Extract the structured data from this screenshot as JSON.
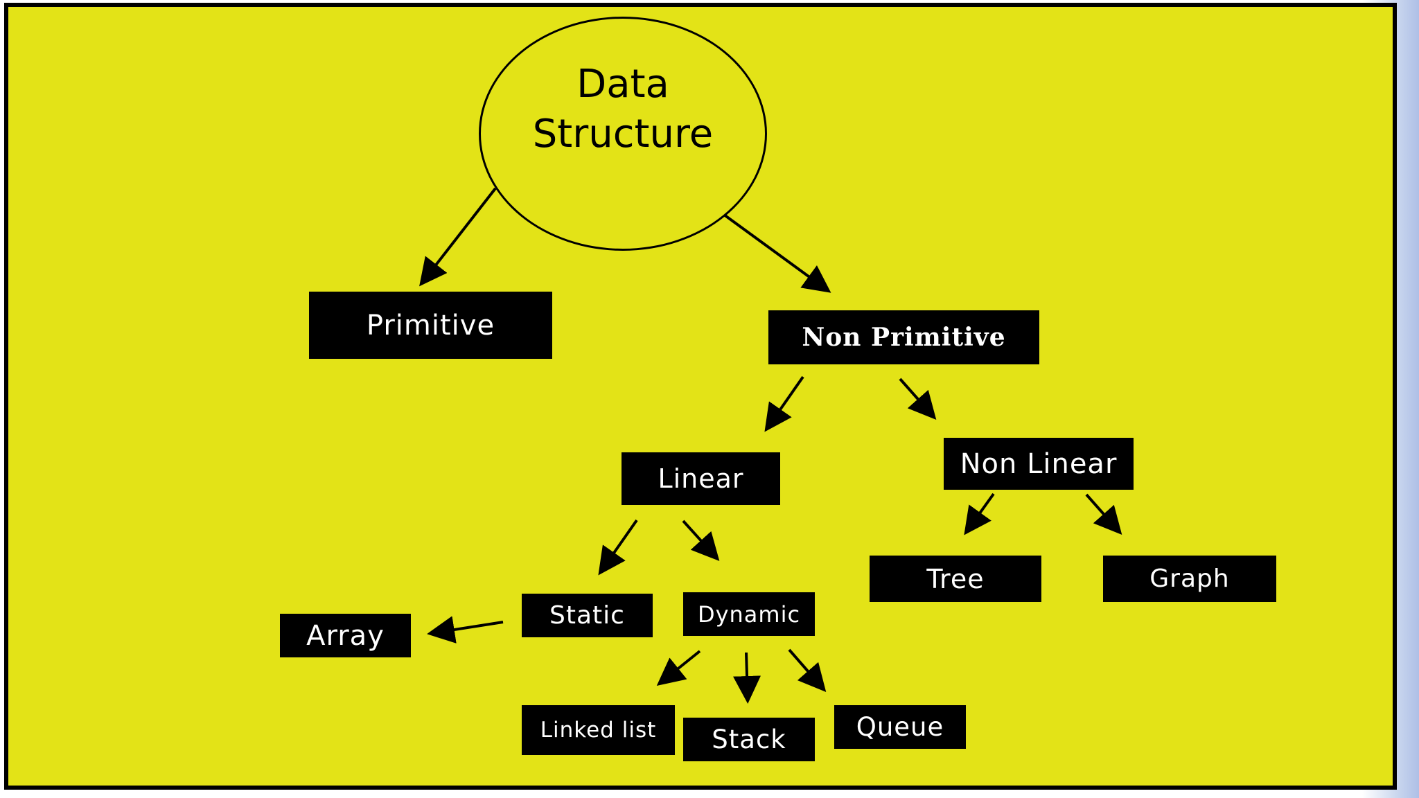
{
  "diagram": {
    "root": {
      "line1": "Data",
      "line2": "Structure"
    },
    "nodes": {
      "primitive": "Primitive",
      "non_primitive": "Non Primitive",
      "linear": "Linear",
      "non_linear": "Non Linear",
      "static": "Static",
      "dynamic": "Dynamic",
      "array": "Array",
      "tree": "Tree",
      "graph": "Graph",
      "linked_list": "Linked list",
      "stack": "Stack",
      "queue": "Queue"
    },
    "edges": [
      [
        "root",
        "primitive"
      ],
      [
        "root",
        "non_primitive"
      ],
      [
        "non_primitive",
        "linear"
      ],
      [
        "non_primitive",
        "non_linear"
      ],
      [
        "linear",
        "static"
      ],
      [
        "linear",
        "dynamic"
      ],
      [
        "non_linear",
        "tree"
      ],
      [
        "non_linear",
        "graph"
      ],
      [
        "static",
        "array"
      ],
      [
        "dynamic",
        "linked_list"
      ],
      [
        "dynamic",
        "stack"
      ],
      [
        "dynamic",
        "queue"
      ]
    ],
    "colors": {
      "background": "#e3e317",
      "box": "#000000",
      "box_text": "#ffffff",
      "line": "#000000"
    }
  }
}
